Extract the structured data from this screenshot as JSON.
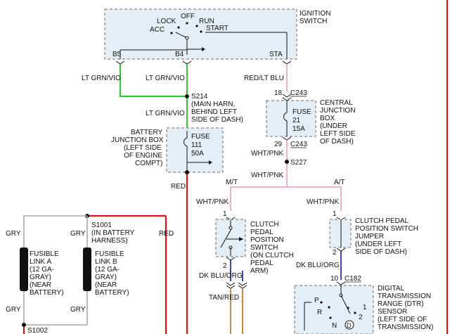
{
  "ignition_switch": {
    "title_line1": "IGNITION",
    "title_line2": "SWITCH",
    "pos_lock": "LOCK",
    "pos_off": "OFF",
    "pos_run": "RUN",
    "pos_acc": "ACC",
    "pos_start": "START",
    "term_b5": "B5",
    "term_b4": "B4",
    "term_sta": "STA"
  },
  "wires": {
    "lt_grn_vio": "LT GRN/VIO",
    "red_lt_blu": "RED/LT BLU",
    "wht_pnk": "WHT/PNK",
    "red": "RED",
    "gry": "GRY",
    "dk_blu_org": "DK BLU/ORG",
    "tan_red": "TAN/RED"
  },
  "splice_s214": {
    "id": "S214",
    "line1": "(MAIN HARN,",
    "line2": "BEHIND LEFT",
    "line3": "SIDE OF DASH)"
  },
  "connector_c243": {
    "id": "C243",
    "pin_top": "18",
    "pin_bottom": "29"
  },
  "central_junction_box": {
    "line1": "CENTRAL",
    "line2": "JUNCTION",
    "line3": "BOX",
    "line4": "(UNDER",
    "line5": "LEFT SIDE",
    "line6": "OF DASH)",
    "fuse_label": "FUSE",
    "fuse_number": "21",
    "fuse_rating": "15A"
  },
  "battery_junction_box": {
    "line1": "BATTERY",
    "line2": "JUNCTION BOX",
    "line3": "(LEFT SIDE",
    "line4": "OF ENGINE",
    "line5": "COMPT)",
    "fuse_label": "FUSE",
    "fuse_number": "111",
    "fuse_rating": "50A"
  },
  "splice_s227": {
    "id": "S227"
  },
  "branches": {
    "manual": "M/T",
    "automatic": "A/T"
  },
  "splice_s1001": {
    "id": "S1001",
    "line1": "(IN BATTERY",
    "line2": "HARNESS)"
  },
  "splice_s1002": {
    "id": "S1002"
  },
  "fusible_link_a": {
    "line1": "FUSIBLE",
    "line2": "LINK A",
    "line3": "(12 GA-",
    "line4": "GRAY)",
    "line5": "(NEAR",
    "line6": "BATTERY)"
  },
  "fusible_link_b": {
    "line1": "FUSIBLE",
    "line2": "LINK B",
    "line3": "(12 GA-",
    "line4": "GRAY)",
    "line5": "(NEAR",
    "line6": "BATTERY)"
  },
  "clutch_pedal_switch": {
    "line1": "CLUTCH",
    "line2": "PEDAL",
    "line3": "POSITION",
    "line4": "SWITCH",
    "line5": "(ON CLUTCH",
    "line6": "PEDAL",
    "line7": "ARM)",
    "pin_top": "1",
    "pin_bottom": "2"
  },
  "clutch_switch_jumper": {
    "line1": "CLUTCH PEDAL",
    "line2": "POSITION SWITCH",
    "line3": "JUMPER",
    "line4": "(UNDER LEFT",
    "line5": "SIDE OF DASH)",
    "pin_top": "1",
    "pin_bottom": "2"
  },
  "connector_c182": {
    "id": "C182",
    "pin": "10"
  },
  "dtr_sensor": {
    "line1": "DIGITAL",
    "line2": "TRANSMISSION",
    "line3": "RANGE (DTR)",
    "line4": "SENSOR",
    "line5": "(LEFT SIDE OF",
    "line6": "TRANSMISSION)",
    "pos_p": "P",
    "pos_r": "R",
    "pos_n": "N",
    "pos_d": "D",
    "pos_1": "1",
    "pos_2": "2"
  },
  "colors": {
    "lt_grn_vio": "#33c233",
    "wht_pnk": "#e79ab0",
    "red": "#dd1111",
    "gry": "#a8a8a8",
    "dk_blu_org": "#2b2f8f",
    "tan_red": "#c08a55",
    "component_fill": "#e4eef6"
  }
}
